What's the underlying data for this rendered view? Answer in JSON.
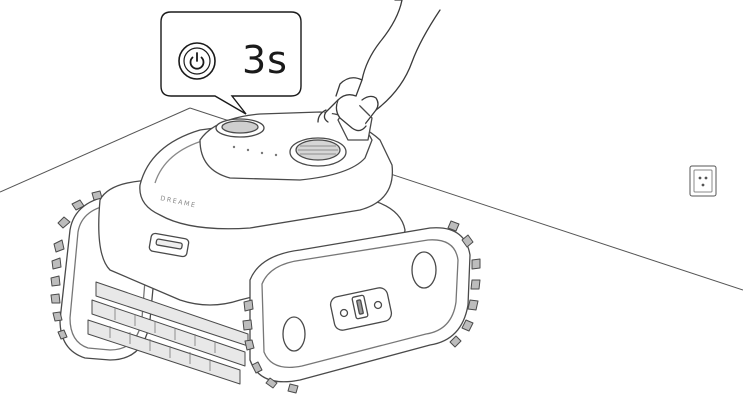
{
  "callout": {
    "icon": "power-icon",
    "duration_label": "3s"
  },
  "robot": {
    "brand_text": "DREAME"
  },
  "colors": {
    "line": "#555555",
    "light_line": "#8a8a8a",
    "fill": "#ffffff",
    "tread_fill": "#bdbdbd",
    "shadow": "#e6e6e6"
  },
  "icons": [
    "power-icon",
    "wall-outlet-icon",
    "hand-icon",
    "pool-cleaner-robot"
  ]
}
